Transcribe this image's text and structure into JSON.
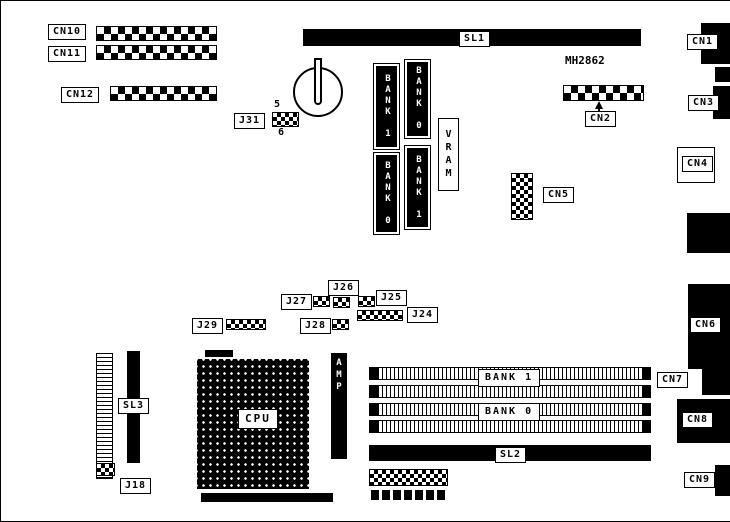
{
  "chip_label": "MH2862",
  "connectors": {
    "cn1": "CN1",
    "cn2": "CN2",
    "cn3": "CN3",
    "cn4": "CN4",
    "cn5": "CN5",
    "cn6": "CN6",
    "cn7": "CN7",
    "cn8": "CN8",
    "cn9": "CN9",
    "cn10": "CN10",
    "cn11": "CN11",
    "cn12": "CN12"
  },
  "jumpers": {
    "j18": "J18",
    "j24": "J24",
    "j25": "J25",
    "j26": "J26",
    "j27": "J27",
    "j28": "J28",
    "j29": "J29",
    "j31": "J31"
  },
  "pin_numbers": {
    "j31_top": "5",
    "j31_bottom": "6"
  },
  "slots": {
    "sl1": "SL1",
    "sl2": "SL2",
    "sl3": "SL3"
  },
  "cpu_label": "CPU",
  "amp_label": "AMP",
  "vram": {
    "label": "VRAM",
    "socket_top_left": "BANK 1",
    "socket_top_right": "BANK 0",
    "socket_bottom_left": "BANK 0",
    "socket_bottom_right": "BANK 1"
  },
  "memory_banks": {
    "bank1": "BANK 1",
    "bank0": "BANK 0"
  }
}
